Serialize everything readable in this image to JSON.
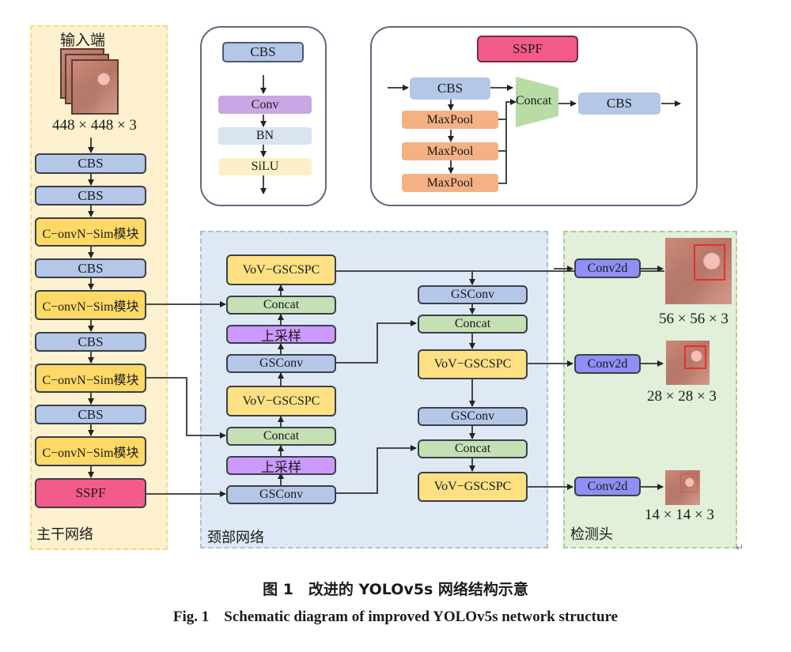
{
  "colors": {
    "cbs": "#b4c7e7",
    "c_onvn_sim": "#ffd966",
    "sspf": "#f35b8a",
    "gsconv": "#b4c7e7",
    "vov_gscspc": "#ffe184",
    "concat": "#c5e0b4",
    "upsample": "#cc99ff",
    "conv2d": "#8f8ff5",
    "maxpool": "#f4b183",
    "backbone_bg": "#fdf1cf",
    "neck_bg": "#dfe9f5",
    "head_bg": "#e2efd9"
  },
  "backbone": {
    "title": "输入端",
    "input_size": "448 × 448 × 3",
    "label": "主干网络",
    "blocks": [
      "CBS",
      "CBS",
      "C−onvN−Sim模块",
      "CBS",
      "C−onvN−Sim模块",
      "CBS",
      "C−onvN−Sim模块",
      "CBS",
      "C−onvN−Sim模块",
      "SSPF"
    ]
  },
  "cbs_legend": {
    "title": "CBS",
    "layers": [
      "Conv",
      "BN",
      "SiLU"
    ]
  },
  "sspf_legend": {
    "title": "SSPF",
    "input_block": "CBS",
    "pools": [
      "MaxPool",
      "MaxPool",
      "MaxPool"
    ],
    "concat": "Concat",
    "output_block": "CBS"
  },
  "neck": {
    "label": "颈部网络",
    "left_column": [
      "VoV−GSCSPC",
      "Concat",
      "上采样",
      "GSConv",
      "VoV−GSCSPC",
      "Concat",
      "上采样",
      "GSConv"
    ],
    "right_column": [
      "GSConv",
      "Concat",
      "VoV−GSCSPC",
      "GSConv",
      "Concat",
      "VoV−GSCSPC"
    ]
  },
  "head": {
    "label": "检测头",
    "outputs": [
      {
        "block": "Conv2d",
        "size": "56 × 56 × 3"
      },
      {
        "block": "Conv2d",
        "size": "28 × 28 × 3"
      },
      {
        "block": "Conv2d",
        "size": "14 × 14 × 3"
      }
    ]
  },
  "caption": {
    "zh": "图 1　改进的 YOLOv5s 网络结构示意",
    "en": "Fig. 1　Schematic diagram of improved YOLOv5s network structure"
  },
  "return_mark": "↵"
}
